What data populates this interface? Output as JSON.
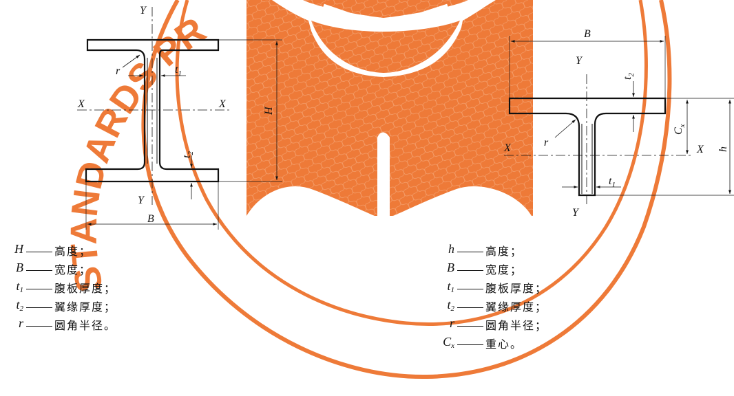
{
  "diagram": {
    "left_figure": {
      "labels": {
        "Y_top": "Y",
        "Y_bottom": "Y",
        "X_left": "X",
        "X_right": "X",
        "H": "H",
        "B": "B",
        "r": "r",
        "t1": "t",
        "t1_sub": "1",
        "t2": "t",
        "t2_sub": "2"
      }
    },
    "right_figure": {
      "labels": {
        "B": "B",
        "Y_top": "Y",
        "Y_bottom": "Y",
        "X_left": "X",
        "X_right": "X",
        "Cx": "C",
        "Cx_sub": "x",
        "h": "h",
        "r": "r",
        "t1": "t",
        "t1_sub": "1",
        "t2": "t",
        "t2_sub": "2"
      }
    },
    "watermark": {
      "text": "STANDARDS PR",
      "color": "#ee7a38"
    }
  },
  "legend_left": [
    {
      "symbol": "H",
      "sub": "",
      "text": "高度；"
    },
    {
      "symbol": "B",
      "sub": "",
      "text": "宽度；"
    },
    {
      "symbol": "t",
      "sub": "1",
      "text": "腹板厚度；"
    },
    {
      "symbol": "t",
      "sub": "2",
      "text": "翼缘厚度；"
    },
    {
      "symbol": "r",
      "sub": "",
      "text": "圆角半径。"
    }
  ],
  "legend_right": [
    {
      "symbol": "h",
      "sub": "",
      "text": "高度；"
    },
    {
      "symbol": "B",
      "sub": "",
      "text": "宽度；"
    },
    {
      "symbol": "t",
      "sub": "1",
      "text": "腹板厚度；"
    },
    {
      "symbol": "t",
      "sub": "2",
      "text": "翼缘厚度；"
    },
    {
      "symbol": "r",
      "sub": "",
      "text": "圆角半径；"
    },
    {
      "symbol": "C",
      "sub": "x",
      "text": "重心。"
    }
  ]
}
